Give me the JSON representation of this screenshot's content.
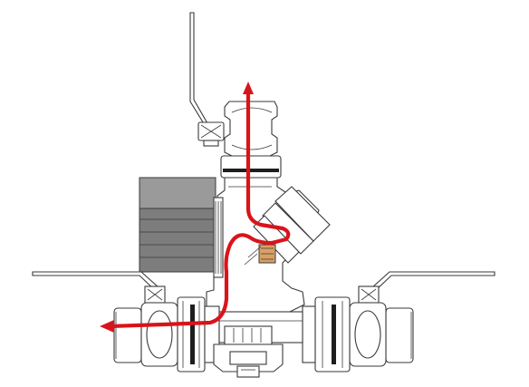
{
  "diagram": {
    "components": [
      "pump-motor",
      "ball-valve-top",
      "check-valve",
      "ball-valve-left",
      "ball-valve-right",
      "bottom-valve"
    ],
    "colors": {
      "flow": "#d8141b",
      "outline": "#3a3a3a",
      "motor_dark": "#9a9a9a",
      "motor_darker": "#7d7d7d",
      "check_insert": "#d9a066",
      "background": "#ffffff"
    },
    "icons": [
      "flow-arrow-up-icon",
      "flow-arrow-left-icon"
    ]
  }
}
